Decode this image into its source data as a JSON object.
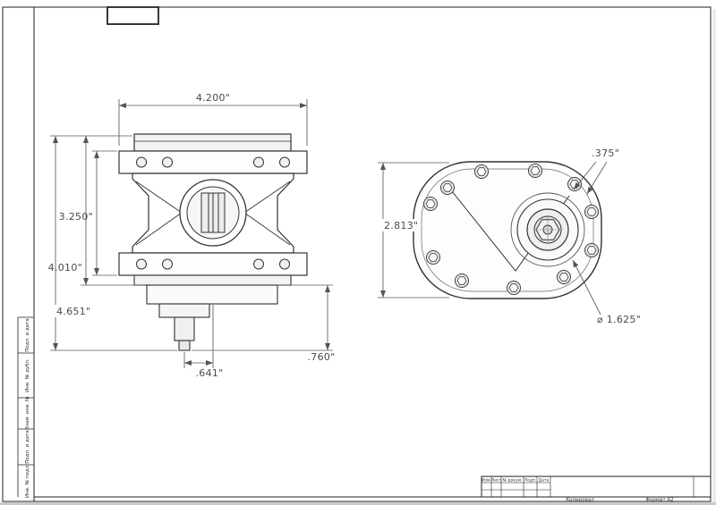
{
  "sheet": {
    "footer_left": "Копировал",
    "footer_right": "Формат А2"
  },
  "title_block": {
    "columns": [
      "Изм.",
      "Лист",
      "№ докум.",
      "Подп.",
      "Дата"
    ]
  },
  "margin_labels": [
    "Подп. и дата",
    "Инв. № дубл.",
    "Взам. инв. №",
    "Подп. и дата",
    "Инв. № подл."
  ],
  "dimensions": {
    "side_view": {
      "width": "4.200\"",
      "flange_height": "3.250\"",
      "body_height": "4.010\"",
      "total_height": "4.651\"",
      "shaft_offset": ".641\"",
      "lower_length": ".760\""
    },
    "front_view": {
      "boss_offset": ".375\"",
      "height": "2.813\"",
      "hub_diameter": "⌀ 1.625\""
    }
  }
}
